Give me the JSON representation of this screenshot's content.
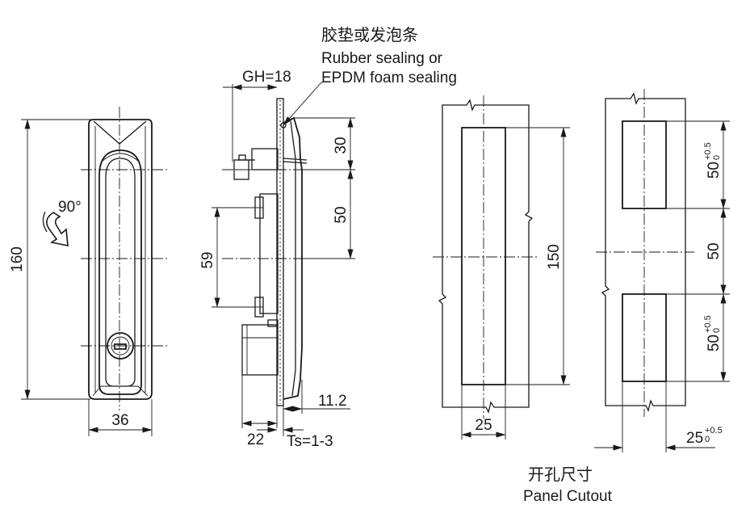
{
  "labels": {
    "sealing_cn": "胶垫或发泡条",
    "sealing_en_1": "Rubber sealing or",
    "sealing_en_2": "EPDM foam sealing",
    "cutout_cn": "开孔尺寸",
    "cutout_en": "Panel Cutout",
    "rotation": "90°"
  },
  "dimensions": {
    "front_height": "160",
    "front_width": "36",
    "gh": "GH=18",
    "dim_30": "30",
    "dim_50_side": "50",
    "dim_59": "59",
    "dim_11_2": "11.2",
    "dim_22": "22",
    "ts": "Ts=1-3",
    "cut1_height": "150",
    "cut1_width": "25",
    "cut2_slot_top": "50",
    "cut2_gap": "50",
    "cut2_slot_bottom": "50",
    "cut2_width": "25",
    "tol_upper": "+0.5",
    "tol_lower": "0"
  }
}
